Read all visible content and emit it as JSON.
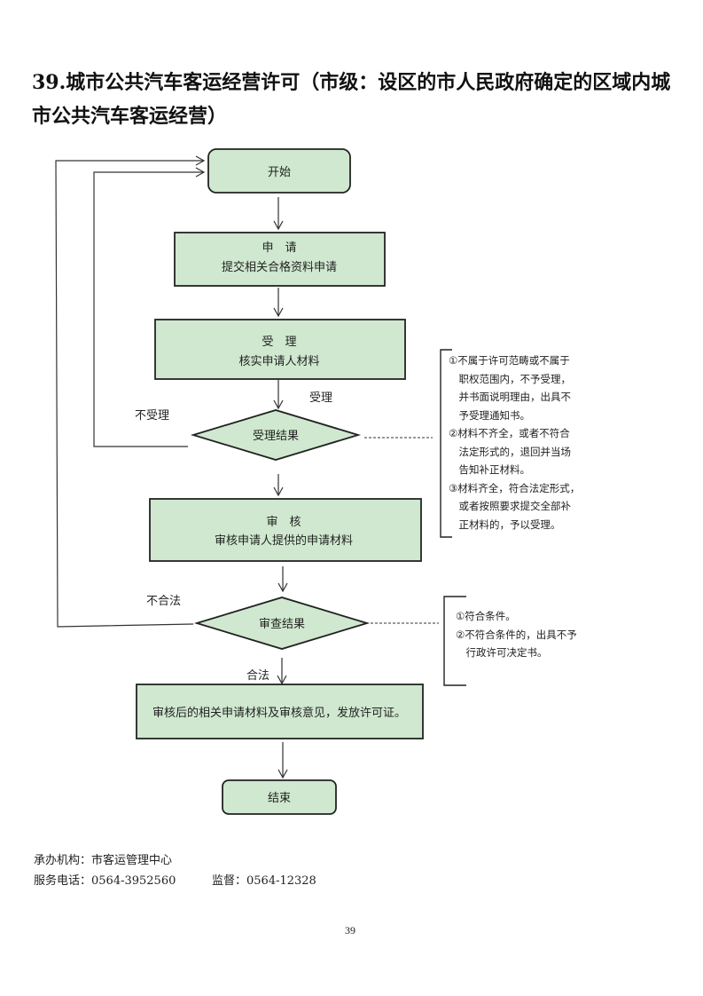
{
  "title": "39.城市公共汽车客运经营许可（市级：设区的市人民政府确定的区域内城市公共汽车客运经营）",
  "flowchart": {
    "start": "开始",
    "apply": {
      "heading": "申　请",
      "detail": "提交相关合格资料申请"
    },
    "accept": {
      "heading": "受　理",
      "detail": "核实申请人材料"
    },
    "accept_decision": "受理结果",
    "accept_yes_label": "受理",
    "accept_no_label": "不受理",
    "review": {
      "heading": "审　核",
      "detail": "审核申请人提供的申请材料"
    },
    "review_decision": "审查结果",
    "review_yes_label": "合法",
    "review_no_label": "不合法",
    "issue": "审核后的相关申请材料及审核意见，发放许可证。",
    "end": "结束"
  },
  "notes": {
    "accept_notes": [
      "①不属于许可范畴或不属于",
      "　职权范围内，不予受理，",
      "　并书面说明理由，出具不",
      "　予受理通知书。",
      "②材料不齐全，或者不符合",
      "　法定形式的，退回并当场",
      "　告知补正材料。",
      "③材料齐全，符合法定形式，",
      "　或者按照要求提交全部补",
      "　正材料的，予以受理。"
    ],
    "review_notes": [
      "①符合条件。",
      "②不符合条件的，出具不予",
      "　行政许可决定书。"
    ]
  },
  "footer": {
    "agency": "承办机构：市客运管理中心",
    "phone": "服务电话：0564-3952560",
    "supervision": "监督：0564-12328"
  },
  "page_number": "39",
  "colors": {
    "node_fill": "#cfe8cf",
    "stroke": "#222222"
  }
}
